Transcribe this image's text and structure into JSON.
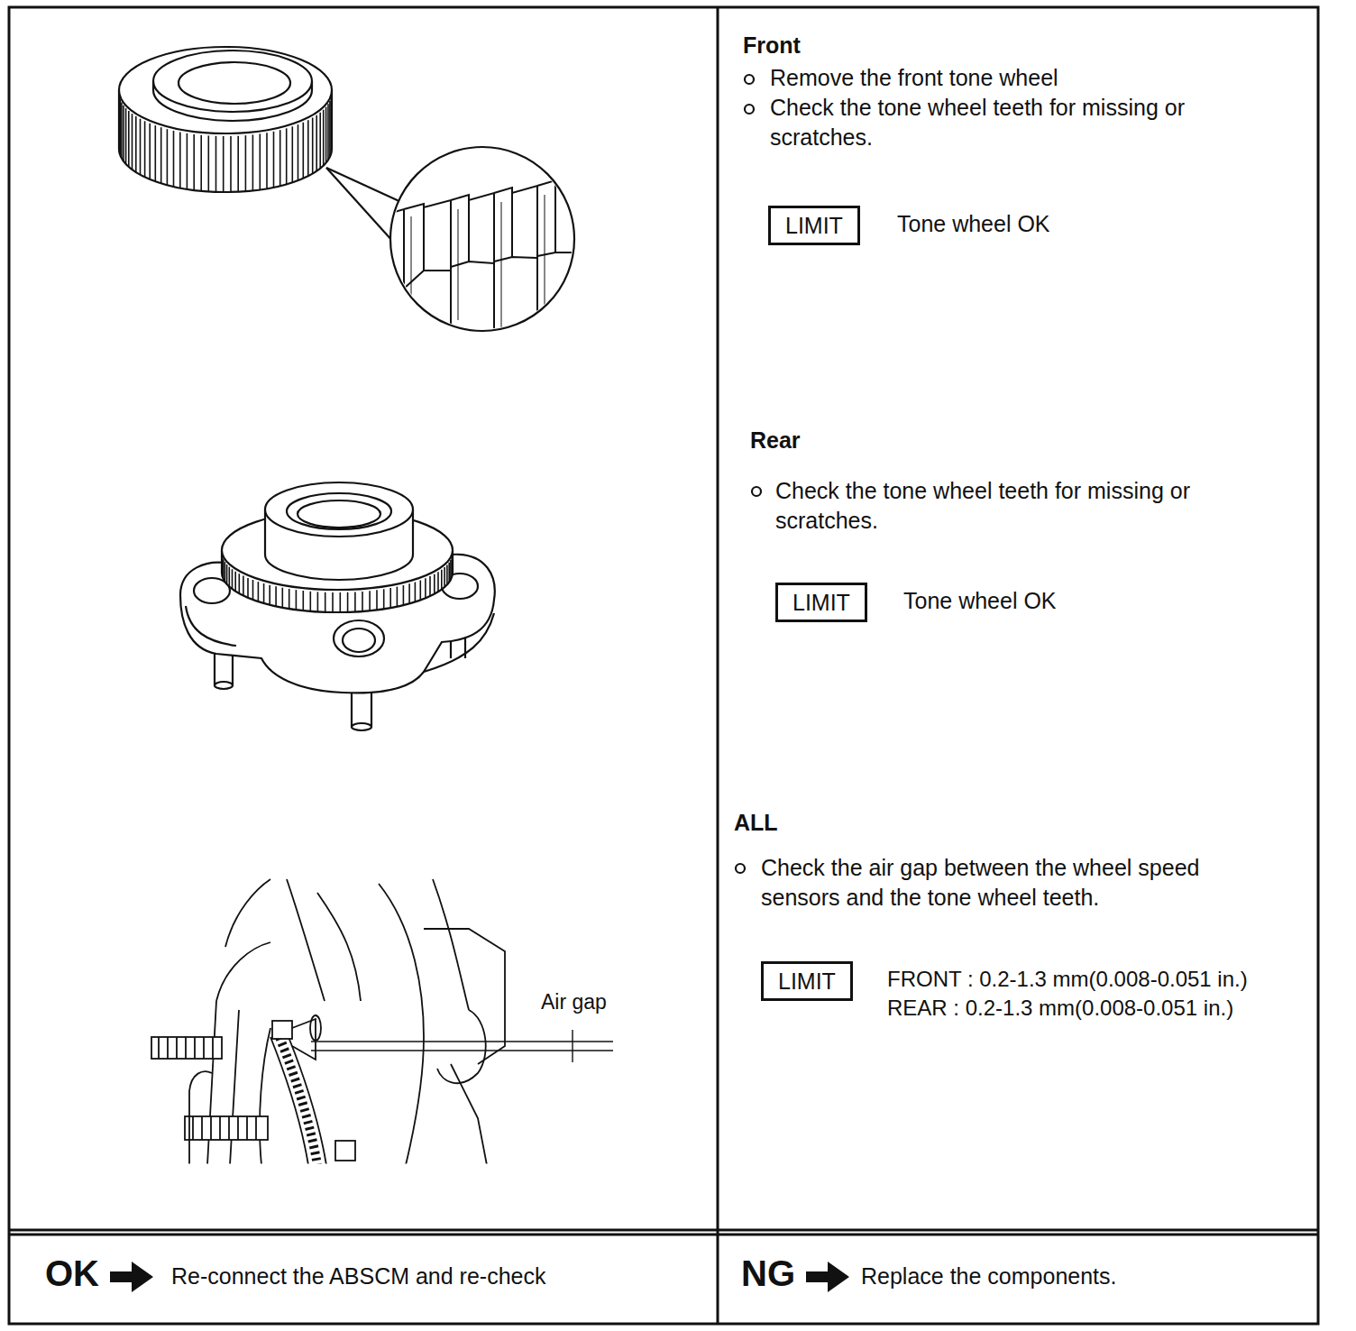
{
  "diagram": {
    "nodes": [
      {
        "text": [
          "LIMIT"
        ]
      },
      {
        "text": [
          "LIMIT"
        ]
      },
      {
        "text": [
          "LIMIT"
        ]
      },
      {
        "text": [
          "OK",
          "Re-connect the ABSCM and re-check"
        ]
      },
      {
        "text": [
          "NG",
          "Replace the components."
        ]
      }
    ],
    "labels": [
      "Front",
      "Remove the front tone wheel",
      "Check the tone wheel teeth for missing or scratches.",
      "Tone wheel OK",
      "Rear",
      "Check the tone wheel teeth for missing or scratches.",
      "Tone wheel OK",
      "ALL",
      "Check the air gap between the wheel speed sensors and the tone wheel teeth.",
      "FRONT : 0.2-1.3 mm(0.008-0.051 in.)",
      "REAR : 0.2-1.3 mm(0.008-0.051 in.)",
      "Air gap"
    ]
  }
}
